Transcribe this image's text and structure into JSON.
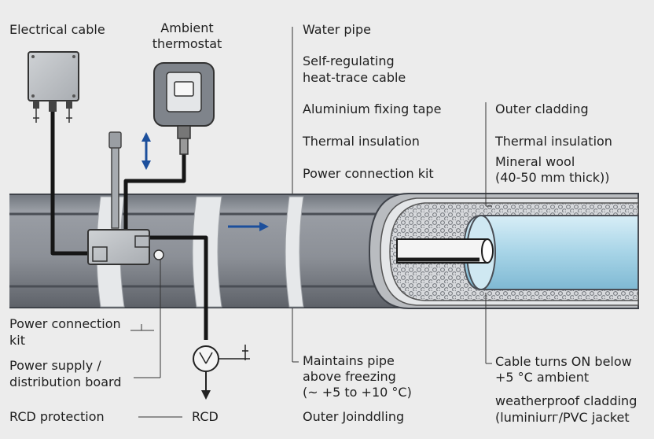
{
  "labels": {
    "electrical_cable": "Electrical cable",
    "ambient_thermostat_l1": "Ambient",
    "ambient_thermostat_l2": "thermostat",
    "water_pipe": "Water pipe",
    "self_reg_l1": "Self-regulating",
    "self_reg_l2": "heat-trace cable",
    "aluminium_tape": "Aluminium fixing tape",
    "outer_cladding": "Outer cladding",
    "thermal_insulation": "Thermal insulation",
    "thermal_insulation_2": "Thermal insulation",
    "mineral_wool_l1": "Mineral wool",
    "mineral_wool_l2": "(40-50 mm thick))",
    "power_connection_kit": "Power connection kit",
    "power_conn_kit_left_l1": "Power connection",
    "power_conn_kit_left_l2": "kit",
    "power_supply_l1": "Power supply /",
    "power_supply_l2": "distribution board",
    "rcd_protection": "RCD protection",
    "rcd": "RCD",
    "maintains_l1": "Maintains pipe",
    "maintains_l2": "above freezing",
    "maintains_l3": "(~ +5 to +10 °C)",
    "outer_joinddling": "Outer Joinddling",
    "cable_turns_l1": "Cable turns ON below",
    "cable_turns_l2": "+5 °C ambient",
    "weatherproof_l1": "weatherproof cladding",
    "weatherproof_l2": "(luminiurг/PVC jacket"
  },
  "colors": {
    "pipe_body": "#8e9299",
    "pipe_dark": "#5b6068",
    "band": "#e4e6e8",
    "water": "#a9d6e9",
    "arrow_blue": "#1c4f9c",
    "cable_black": "#161616"
  }
}
